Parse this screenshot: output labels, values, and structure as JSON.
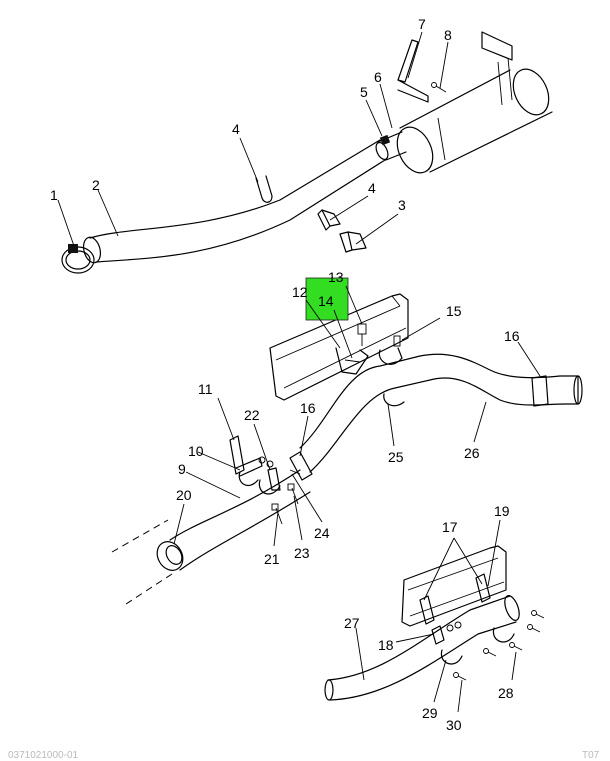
{
  "callouts": [
    "1",
    "2",
    "3",
    "4",
    "4",
    "5",
    "6",
    "7",
    "8",
    "10",
    "11",
    "12",
    "13",
    "14",
    "15",
    "16",
    "16",
    "17",
    "18",
    "19",
    "20",
    "21",
    "22",
    "23",
    "24",
    "25",
    "26",
    "27",
    "28",
    "29",
    "30",
    "9"
  ],
  "highlight": {
    "color": "#33dd22"
  },
  "footer": {
    "left": "0371021000-01",
    "right": "T07"
  }
}
